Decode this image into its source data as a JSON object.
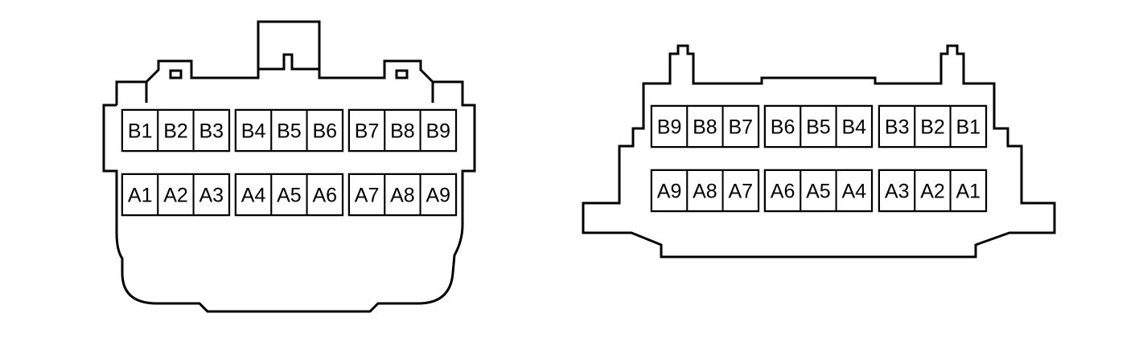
{
  "connectors": [
    {
      "name": "left-connector",
      "rows": [
        {
          "groups": [
            [
              "B1",
              "B2",
              "B3"
            ],
            [
              "B4",
              "B5",
              "B6"
            ],
            [
              "B7",
              "B8",
              "B9"
            ]
          ]
        },
        {
          "groups": [
            [
              "A1",
              "A2",
              "A3"
            ],
            [
              "A4",
              "A5",
              "A6"
            ],
            [
              "A7",
              "A8",
              "A9"
            ]
          ]
        }
      ]
    },
    {
      "name": "right-connector",
      "rows": [
        {
          "groups": [
            [
              "B9",
              "B8",
              "B7"
            ],
            [
              "B6",
              "B5",
              "B4"
            ],
            [
              "B3",
              "B2",
              "B1"
            ]
          ]
        },
        {
          "groups": [
            [
              "A9",
              "A8",
              "A7"
            ],
            [
              "A6",
              "A5",
              "A4"
            ],
            [
              "A3",
              "A2",
              "A1"
            ]
          ]
        }
      ]
    }
  ],
  "colors": {
    "line": "#000000",
    "background": "#ffffff"
  }
}
